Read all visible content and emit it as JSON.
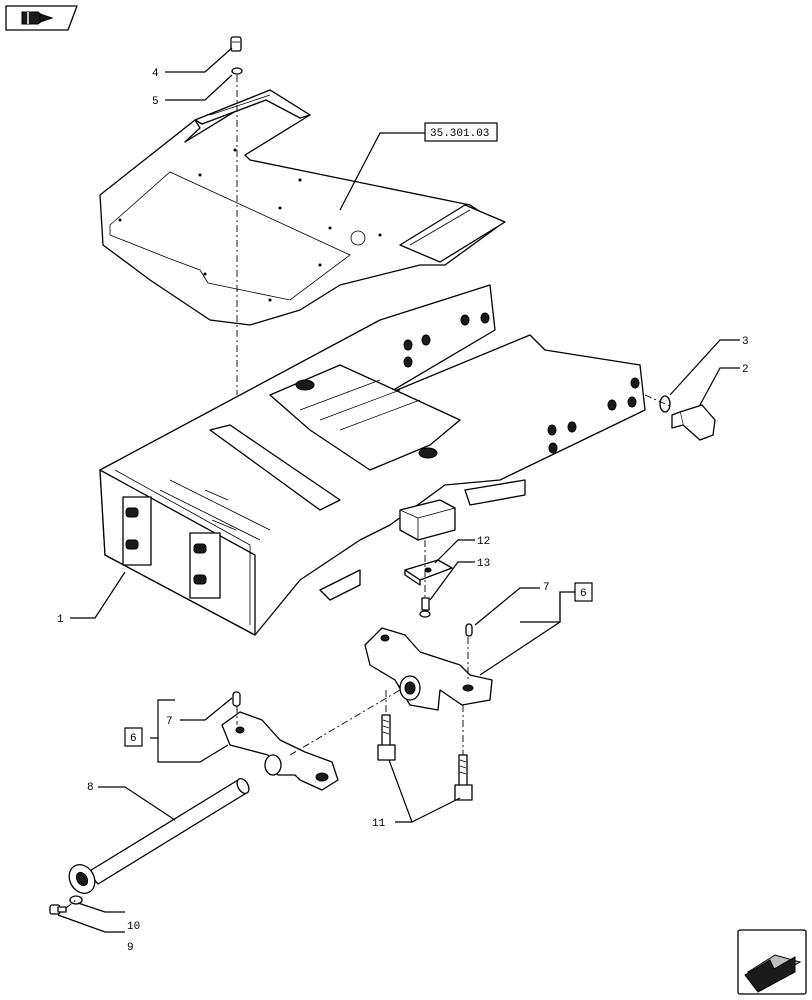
{
  "nav": {
    "back_icon": "arrow-left-book-icon",
    "next_icon": "arrow-lower-left-icon"
  },
  "labels": {
    "l1": "1",
    "l2": "2",
    "l3": "3",
    "l4": "4",
    "l5": "5",
    "l6a": "6",
    "l6b": "6",
    "l7a": "7",
    "l7b": "7",
    "l8": "8",
    "l9": "9",
    "l10": "10",
    "l11": "11",
    "l12": "12",
    "l13": "13",
    "ref": "35.301.03"
  }
}
